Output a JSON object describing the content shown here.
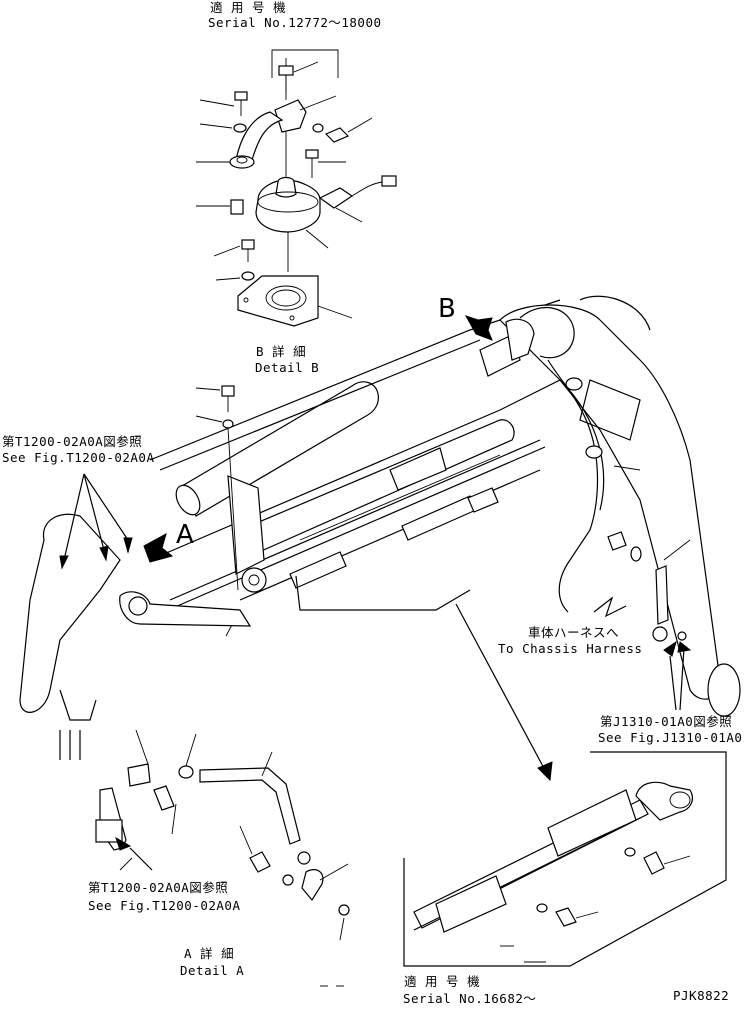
{
  "labels": {
    "serial_top_jp": "適 用 号 機",
    "serial_top": "Serial No.12772～18000",
    "detail_b_jp": "B 詳 細",
    "detail_b": "Detail B",
    "marker_b": "B",
    "marker_a": "A",
    "ref_t1200_upper_jp": "第T1200-02A0A図参照",
    "ref_t1200_upper": "See Fig.T1200-02A0A",
    "chassis_jp": "車体ハーネスへ",
    "chassis": "To Chassis Harness",
    "ref_j1310_jp": "第J1310-01A0図参照",
    "ref_j1310": "See Fig.J1310-01A0",
    "ref_t1200_lower_jp": "第T1200-02A0A図参照",
    "ref_t1200_lower": "See Fig.T1200-02A0A",
    "detail_a_jp": "A 詳 細",
    "detail_a": "Detail A",
    "serial_bottom_jp": "適 用 号 機",
    "serial_bottom": "Serial No.16682～",
    "drawing_code": "PJK8822"
  }
}
